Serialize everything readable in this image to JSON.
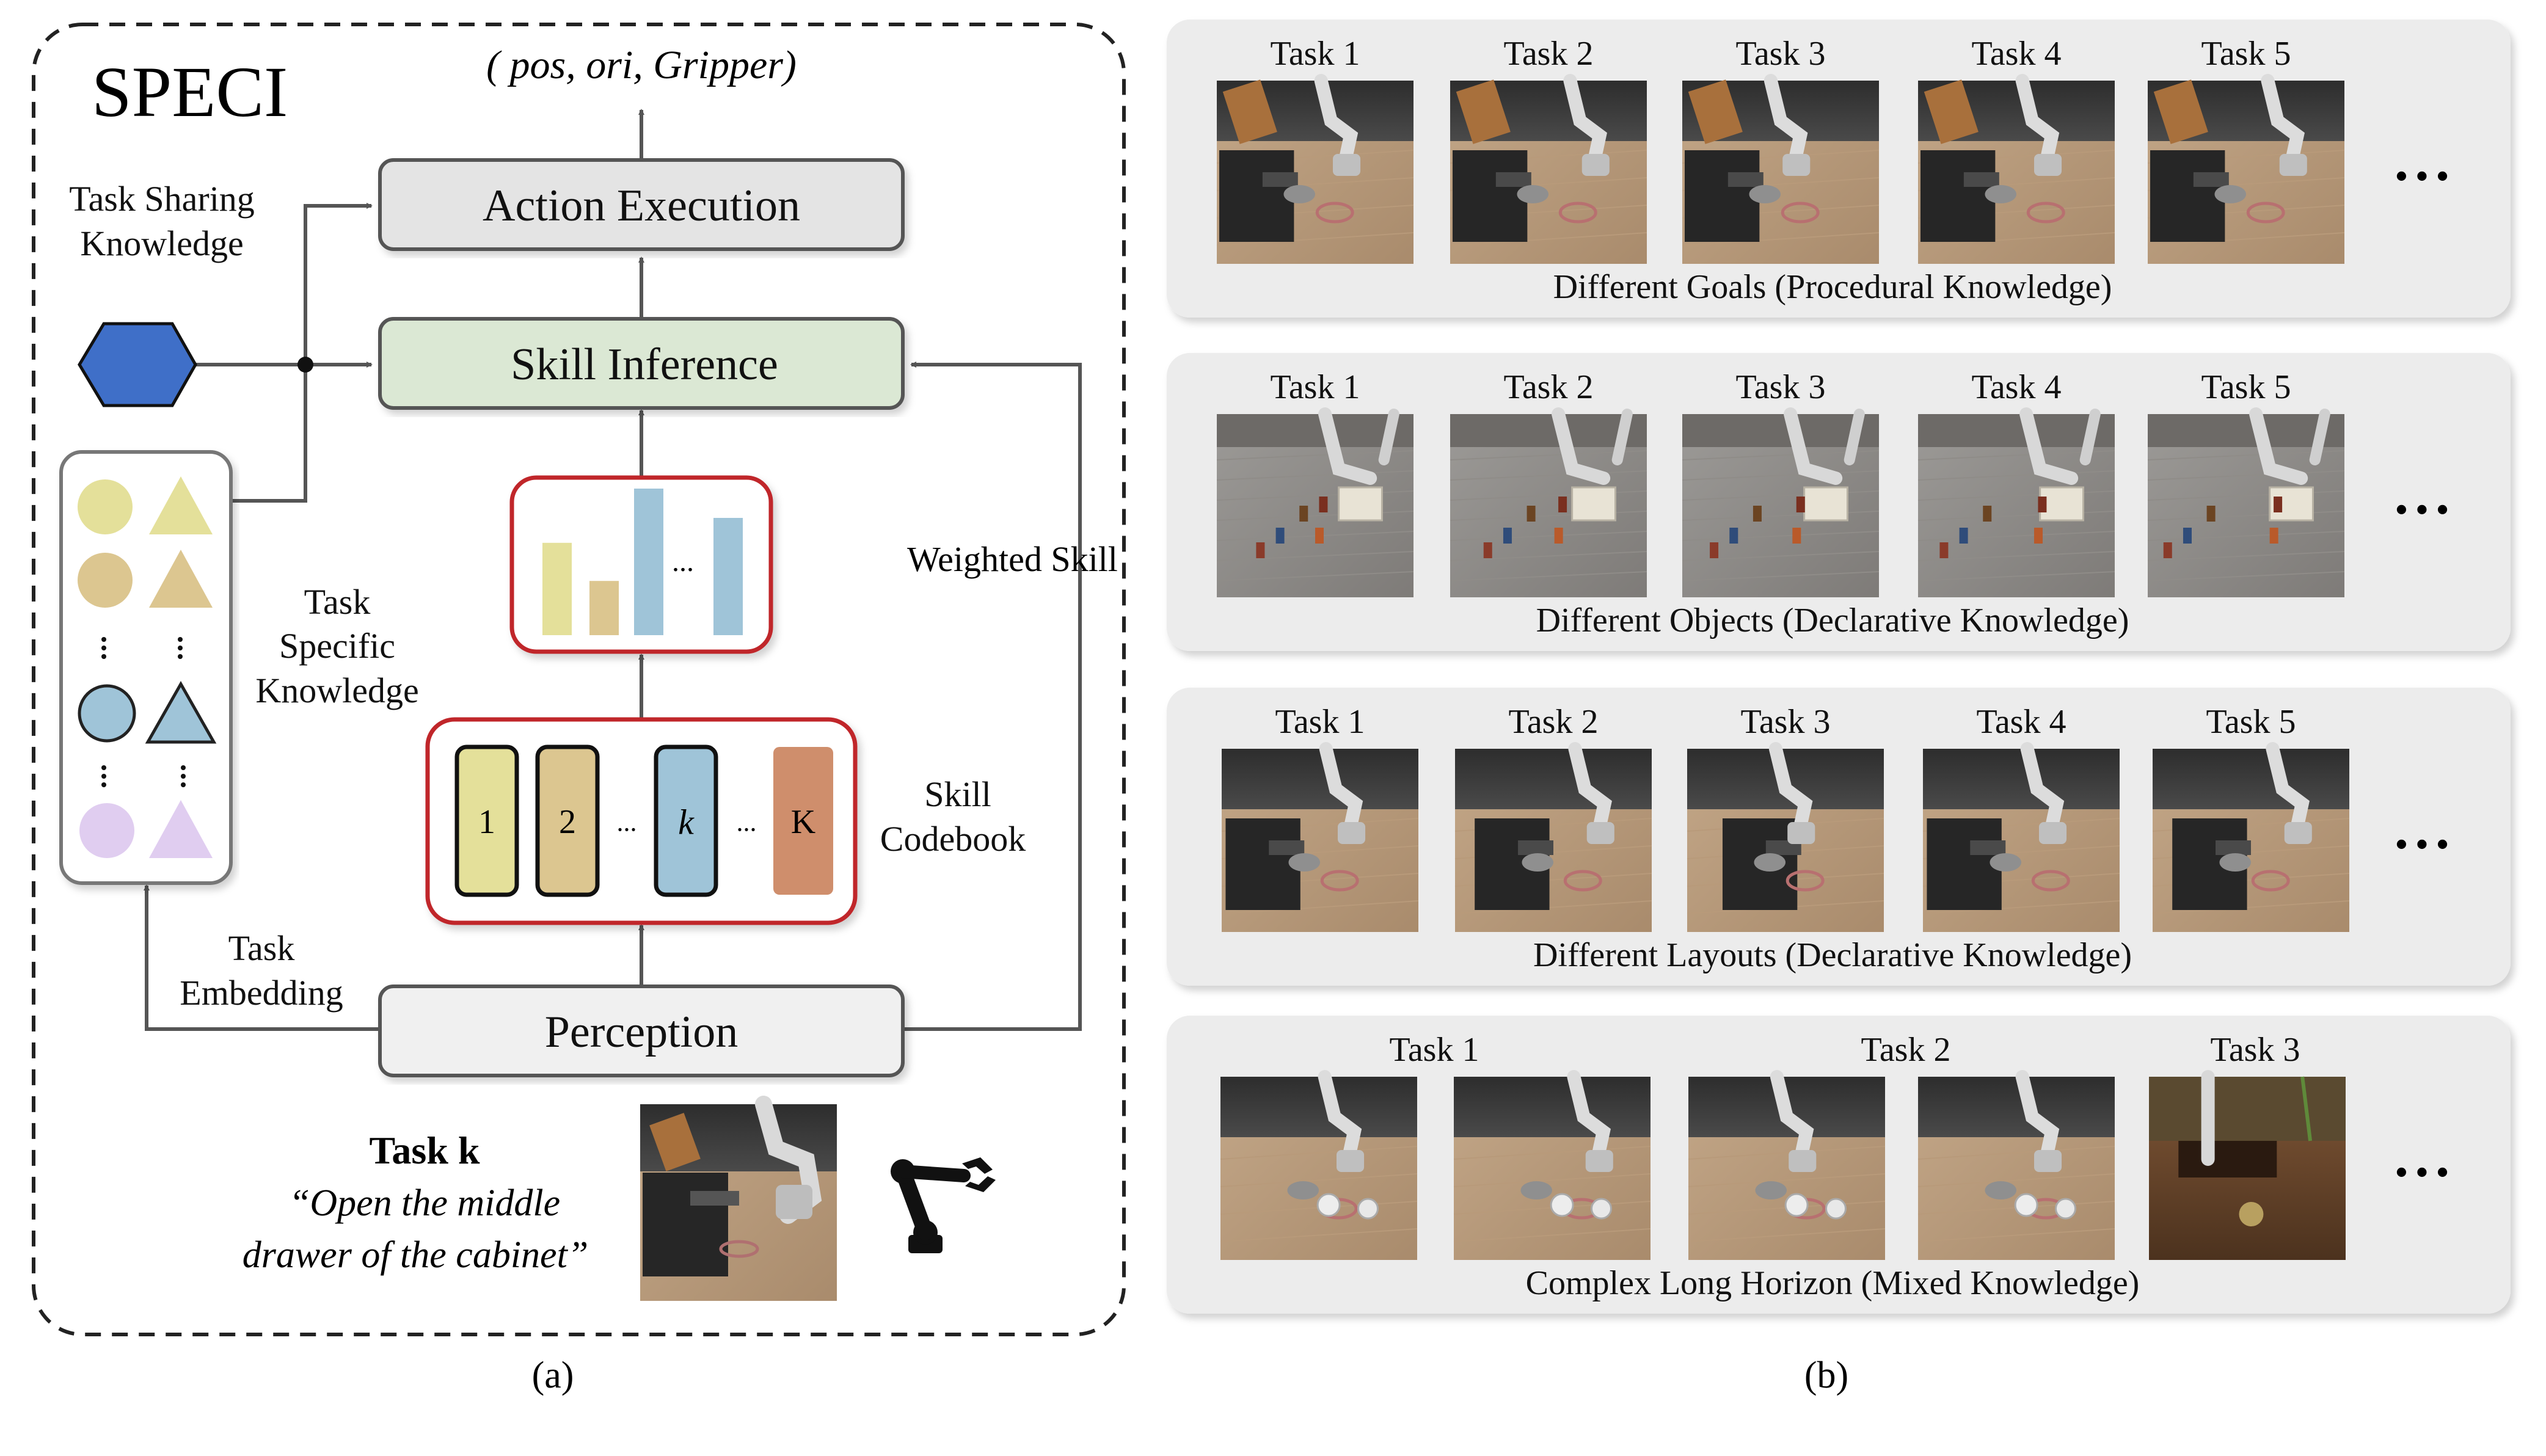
{
  "panel_a": {
    "title": "SPECI",
    "output_text": "( pos, ori, Gripper)",
    "nodes": {
      "action_execution": "Action Execution",
      "skill_inference": "Skill Inference",
      "perception": "Perception"
    },
    "labels": {
      "task_sharing_1": "Task Sharing",
      "task_sharing_2": "Knowledge",
      "task_specific_1": "Task",
      "task_specific_2": "Specific",
      "task_specific_3": "Knowledge",
      "weighted_skill": "Weighted Skill",
      "skill_codebook_1": "Skill",
      "skill_codebook_2": "Codebook",
      "task_embedding_1": "Task",
      "task_embedding_2": "Embedding"
    },
    "codebook": [
      "1",
      "2",
      "...",
      "k",
      "...",
      "K"
    ],
    "weighted_ellipsis": "...",
    "weighted_bars": [
      0.63,
      0.37,
      1.0,
      0.8
    ],
    "task": {
      "heading": "Task k",
      "instruction_1": "“Open the middle",
      "instruction_2": "drawer of the cabinet”"
    },
    "caption": "(a)"
  },
  "panel_b": {
    "rows": [
      {
        "tasks": [
          "Task 1",
          "Task 2",
          "Task 3",
          "Task 4",
          "Task 5"
        ],
        "caption": "Different Goals (Procedural Knowledge)"
      },
      {
        "tasks": [
          "Task 1",
          "Task 2",
          "Task 3",
          "Task 4",
          "Task 5"
        ],
        "caption": "Different Objects (Declarative Knowledge)"
      },
      {
        "tasks": [
          "Task 1",
          "Task 2",
          "Task 3",
          "Task 4",
          "Task 5"
        ],
        "caption": "Different Layouts (Declarative Knowledge)"
      },
      {
        "tasks": [
          "Task 1",
          "Task 2",
          "Task 3"
        ],
        "caption": "Complex Long Horizon (Mixed Knowledge)"
      }
    ],
    "ellipsis": "• • •",
    "caption": "(b)"
  },
  "colors": {
    "action_fill": "#e4e4e4",
    "skill_fill": "#dbe8d4",
    "perception_fill": "#f0f0f0",
    "hexagon": "#3f6fc8",
    "red_frame": "#c0262c",
    "yellow": "#e4e09a",
    "tan": "#dcc690",
    "blue": "#9fc4d8",
    "purple": "#e0cdf0",
    "terracotta": "#cf8e6c",
    "panel_b_box": "#ececec",
    "floor": "#c9ad8e",
    "wall": "#3b3b3b"
  }
}
